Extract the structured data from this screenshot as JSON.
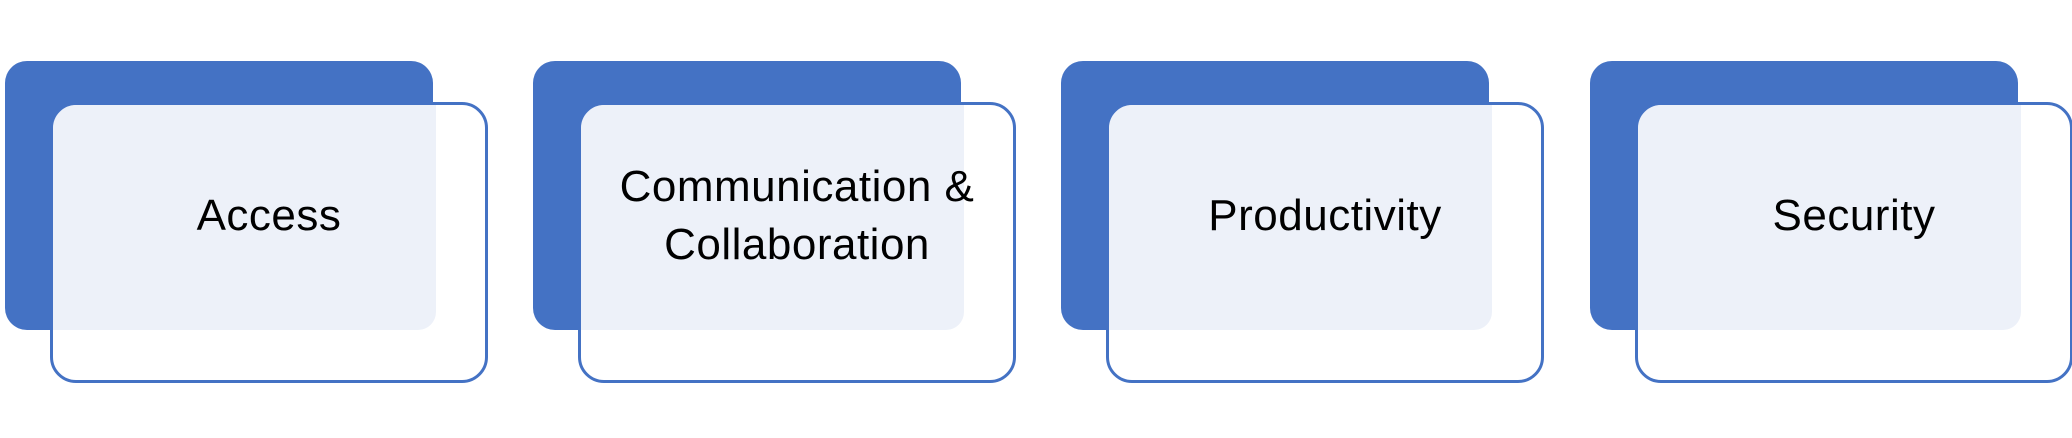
{
  "diagram": {
    "accent_color": "#4472c4",
    "panel_color": "#edf1f9",
    "cards": [
      {
        "label": "Access"
      },
      {
        "label": "Communication & Collaboration"
      },
      {
        "label": "Productivity"
      },
      {
        "label": "Security"
      }
    ]
  }
}
